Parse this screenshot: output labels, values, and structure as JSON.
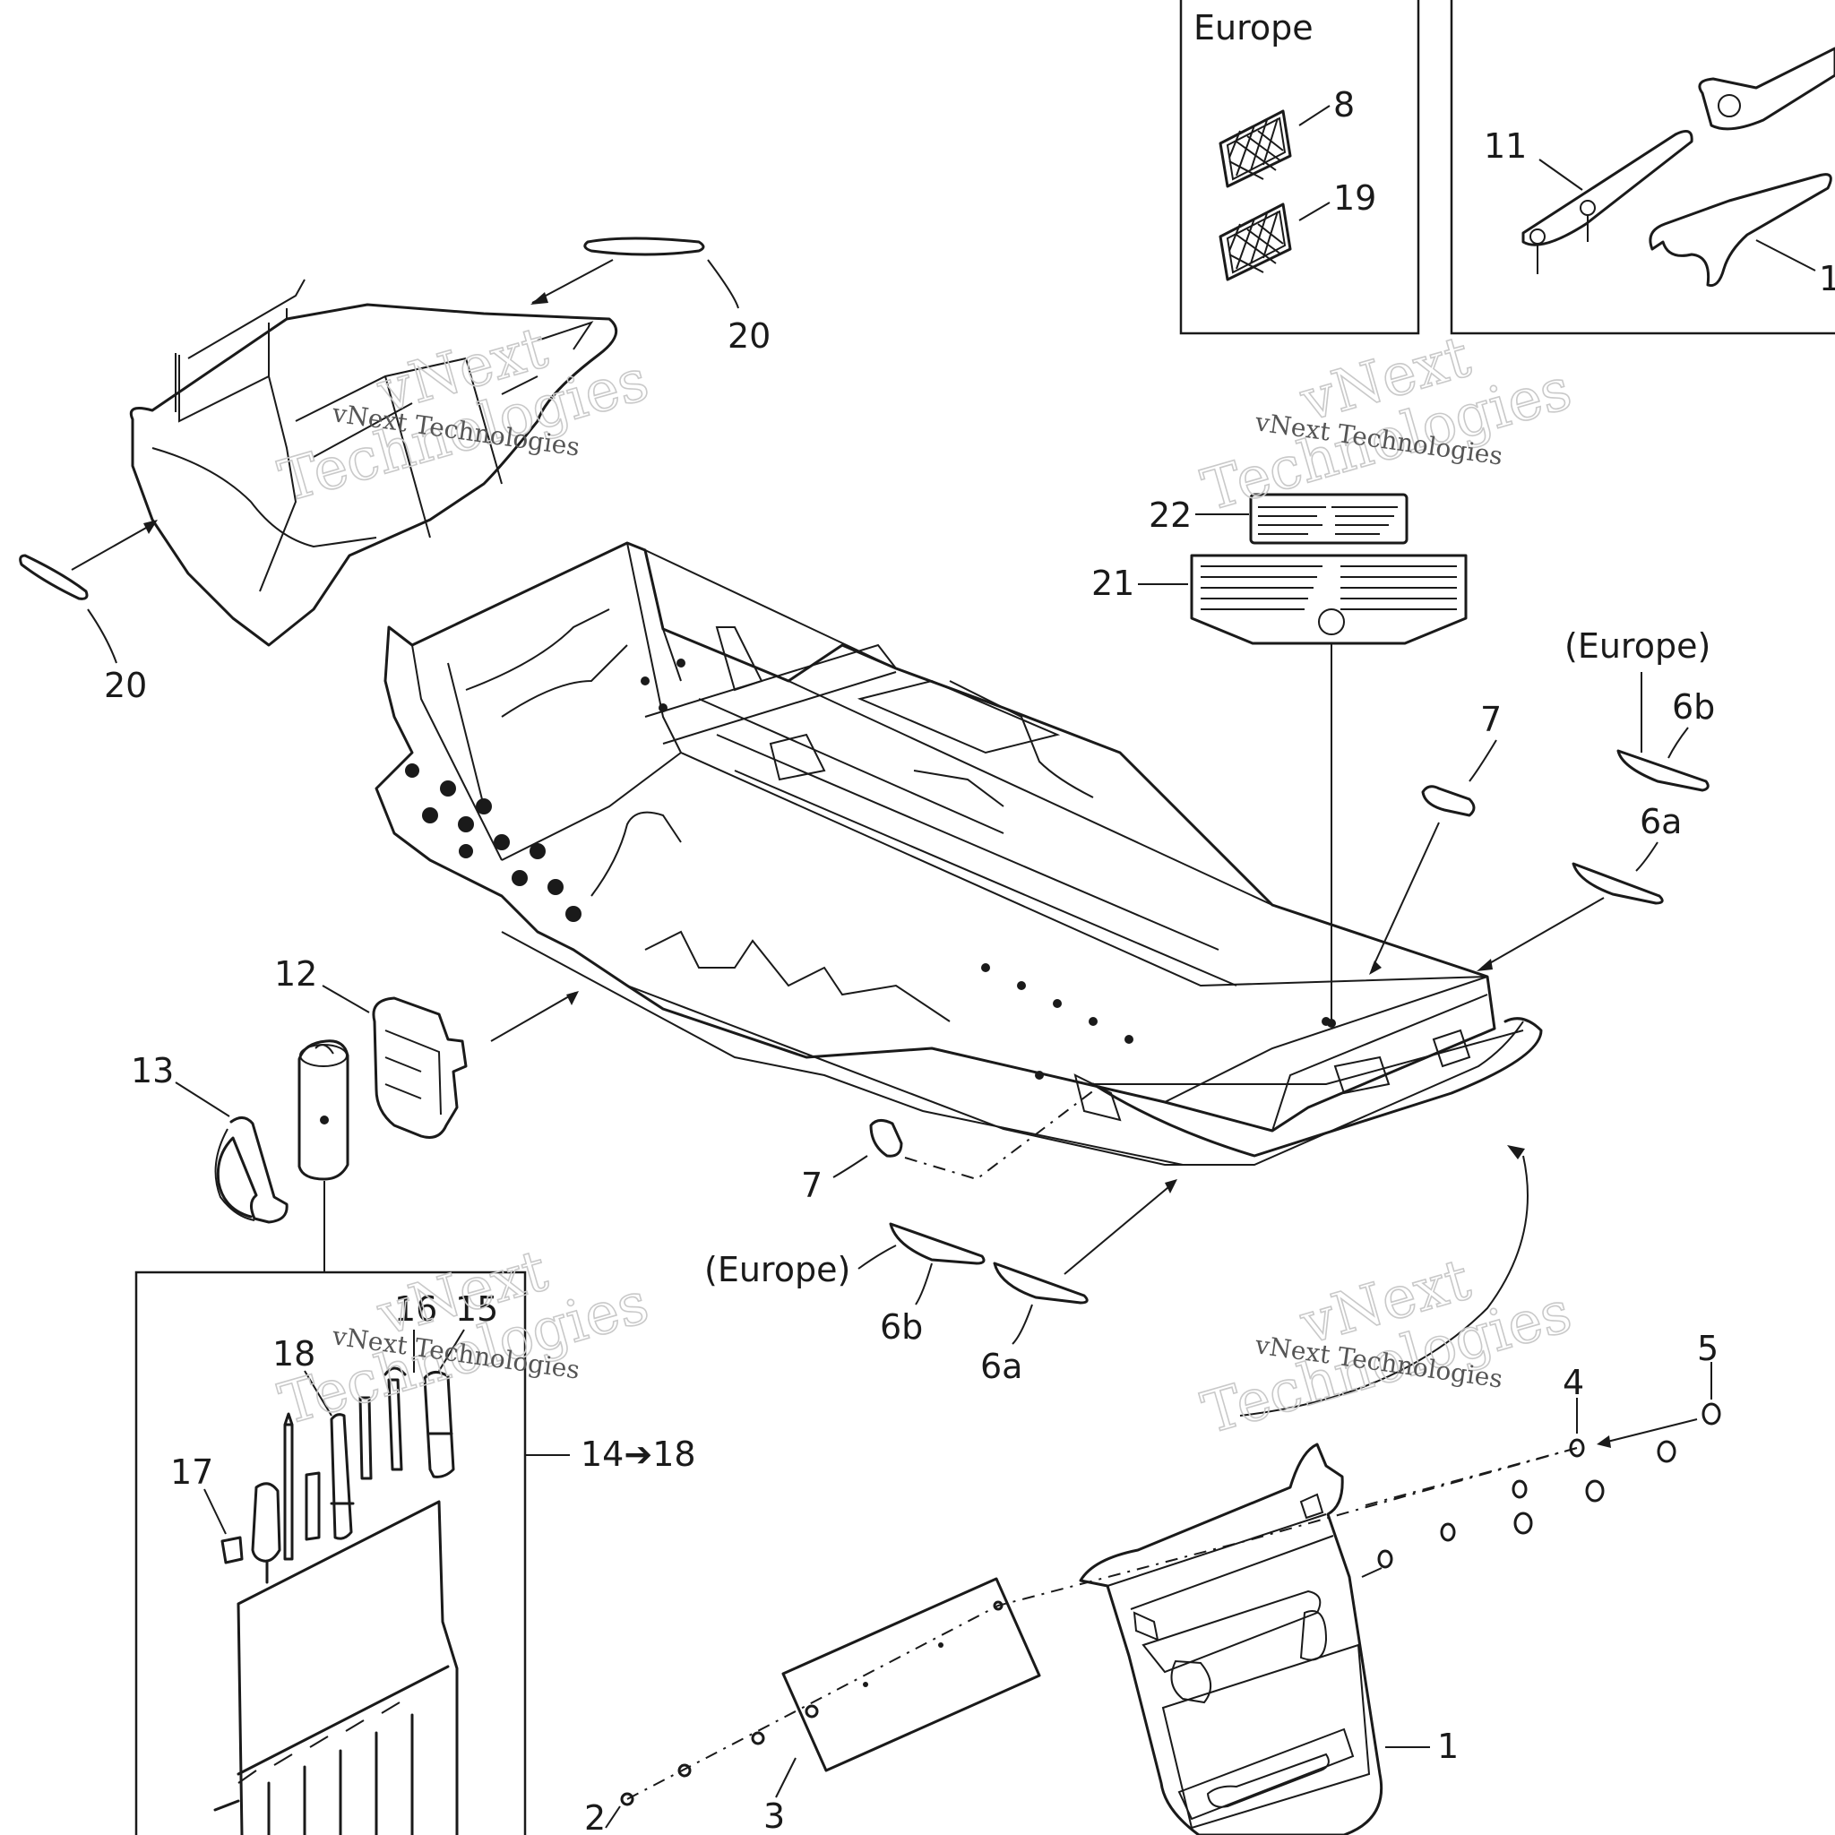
{
  "callouts": {
    "c1": "1",
    "c2": "2",
    "c3": "3",
    "c4": "4",
    "c5": "5",
    "c6a_right": "6a",
    "c6b_right": "6b",
    "c6a_bottom": "6a",
    "c6b_bottom": "6b",
    "c7_top": "7",
    "c7_bottom": "7",
    "c8": "8",
    "c11": "11",
    "c10_partial": "1",
    "c12": "12",
    "c13": "13",
    "c14_18": "14➔18",
    "c15": "15",
    "c16": "16",
    "c17": "17",
    "c18": "18",
    "c19": "19",
    "c20_top": "20",
    "c20_left": "20",
    "c21": "21",
    "c22": "22"
  },
  "region_labels": {
    "europe_box": "Europe",
    "europe_right": "(Europe)",
    "europe_bottom": "(Europe)"
  },
  "watermarks": {
    "line1": "vNext",
    "line2": "Technologies",
    "small": "vNext Technologies"
  },
  "colors": {
    "ink": "#1a1a1a",
    "watermark": "#c9c9c9",
    "background": "#ffffff"
  }
}
